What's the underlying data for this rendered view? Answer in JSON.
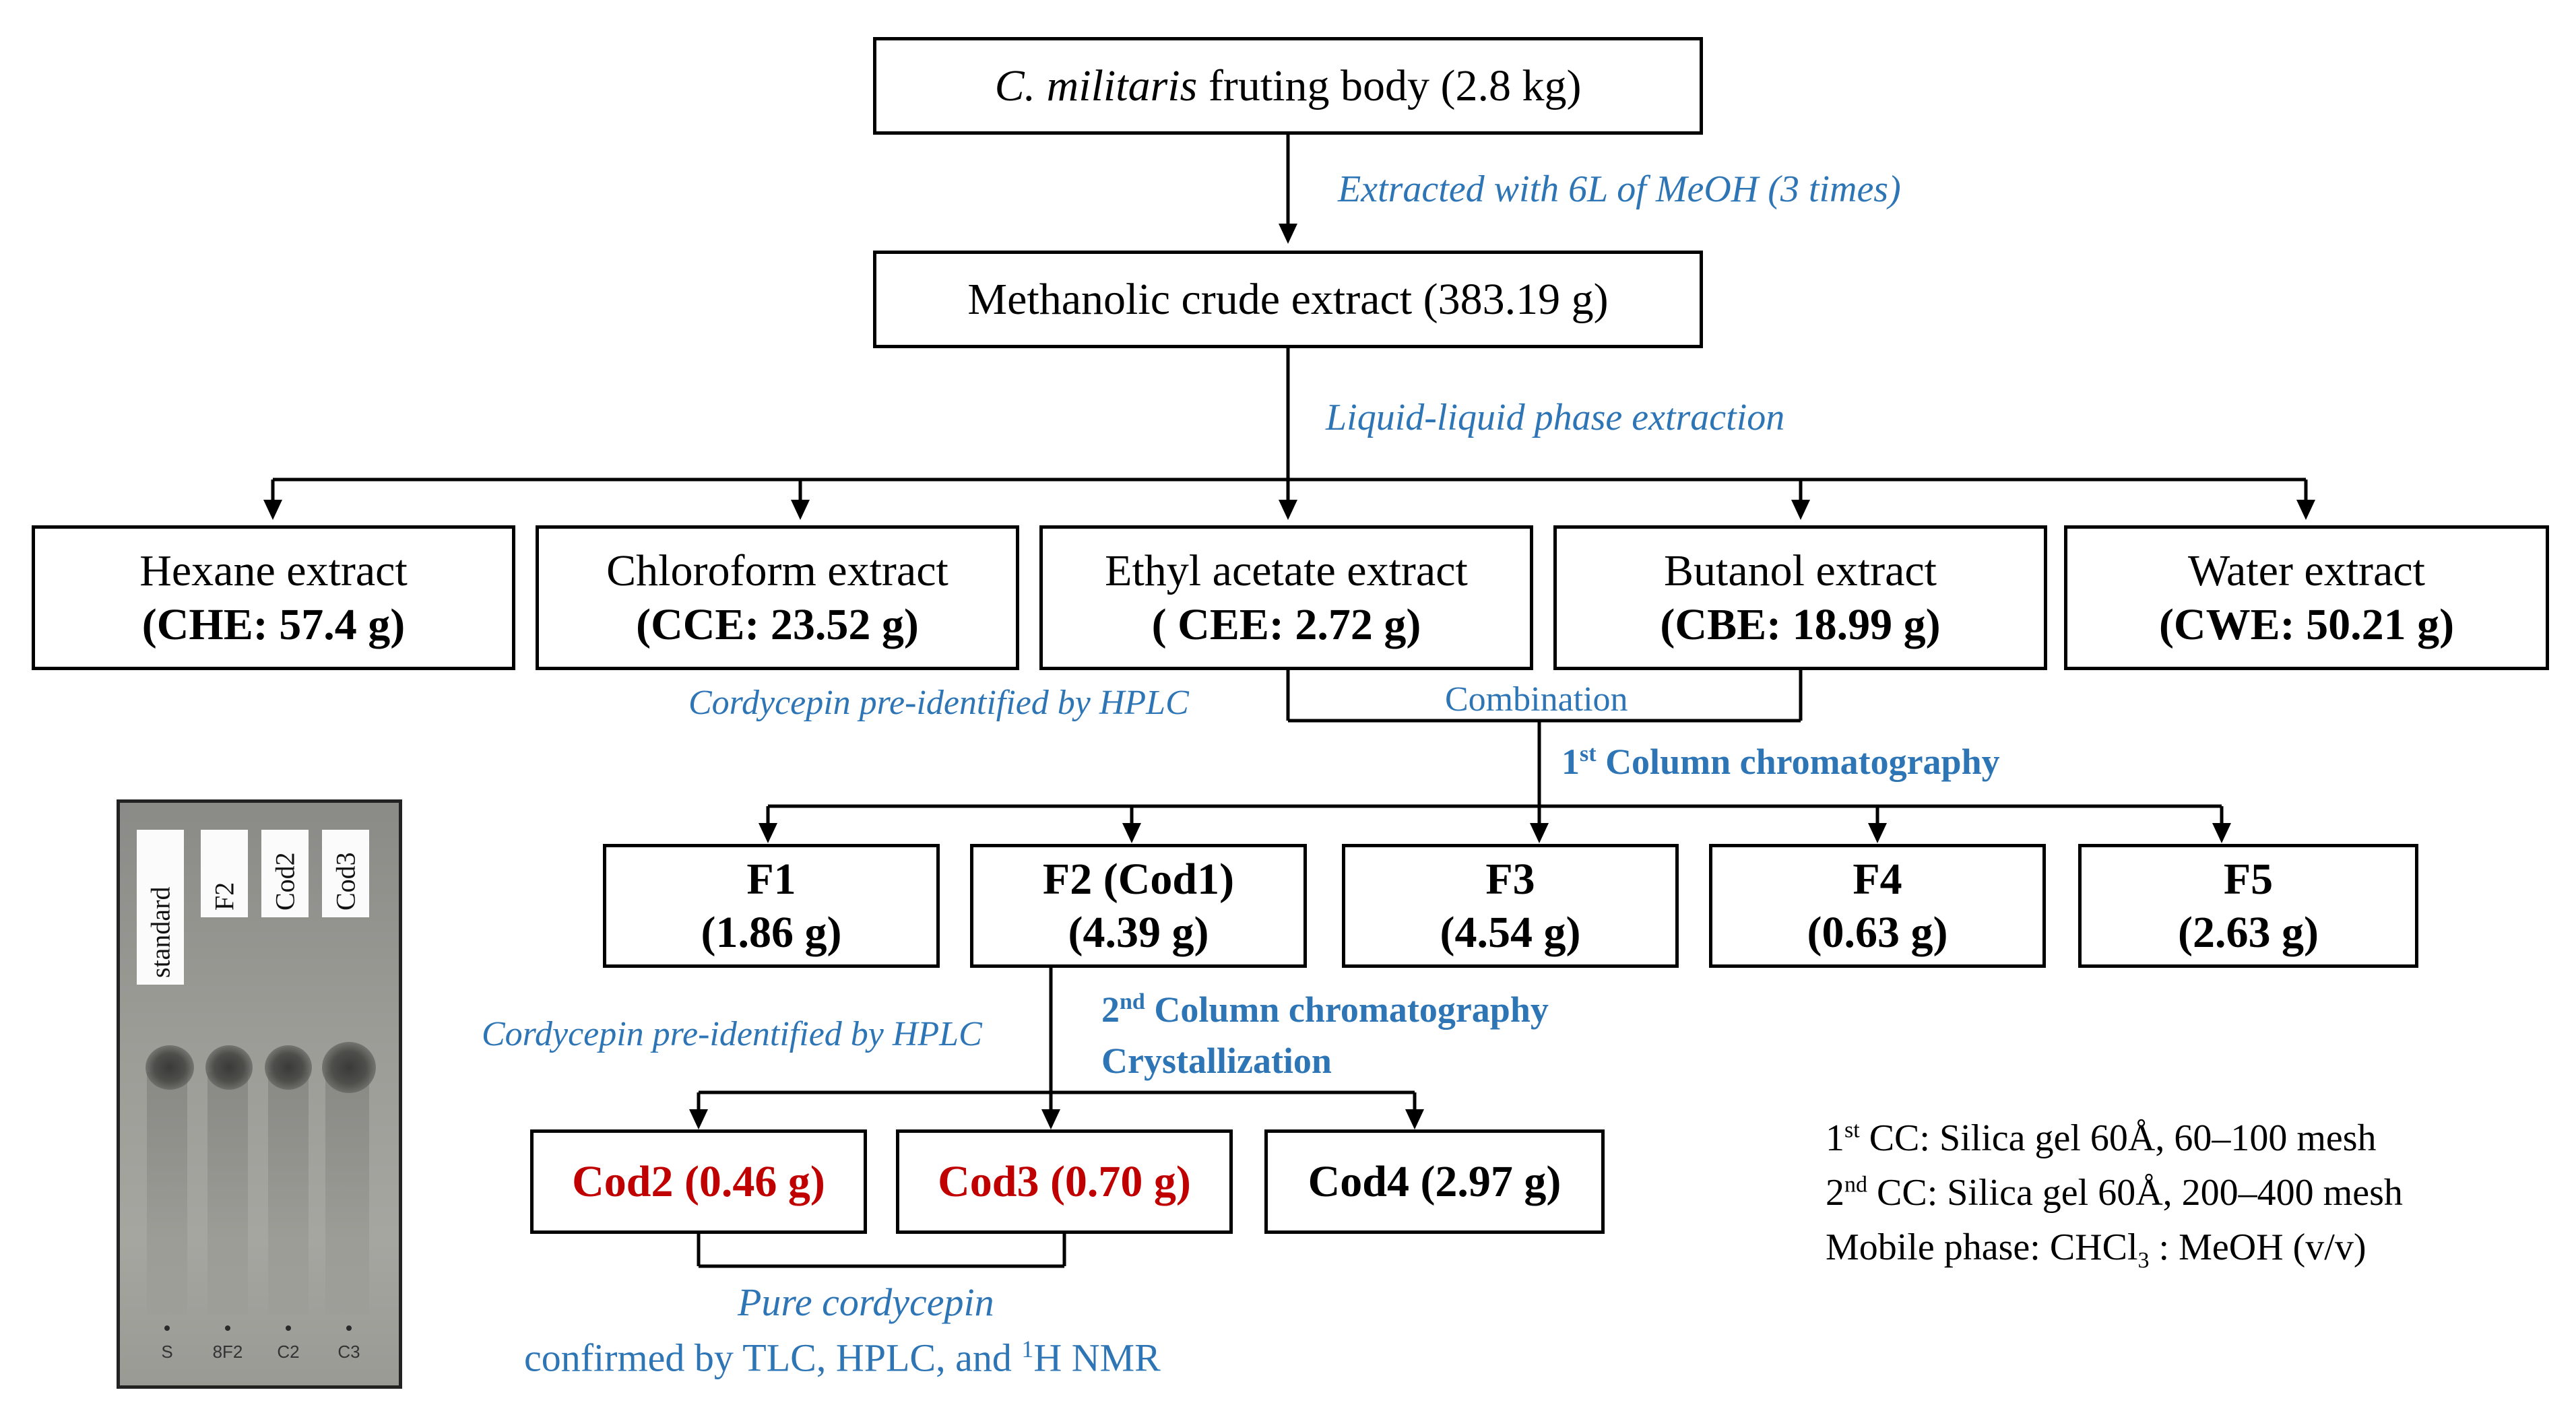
{
  "start": {
    "species": "C. militaris",
    "rest": " fruting body (2.8 kg)"
  },
  "step1": "Extracted with 6L of MeOH (3 times)",
  "crude": "Methanolic crude extract (383.19 g)",
  "step2": "Liquid-liquid phase extraction",
  "extracts": [
    {
      "name": "Hexane extract",
      "code": "(CHE: 57.4 g)"
    },
    {
      "name": "Chloroform extract",
      "code": "(CCE: 23.52 g)"
    },
    {
      "name": "Ethyl acetate extract",
      "code": "( CEE: 2.72 g)"
    },
    {
      "name": "Butanol extract",
      "code": "(CBE: 18.99 g)"
    },
    {
      "name": "Water extract",
      "code": "(CWE: 50.21 g)"
    }
  ],
  "preid1": "Cordycepin pre-identified by HPLC",
  "combination": "Combination",
  "cc1": {
    "prefix": "1",
    "sup": "st",
    "text": " Column  chromatography"
  },
  "fractions": [
    {
      "name": "F1",
      "mass": "(1.86 g)"
    },
    {
      "name": "F2 (Cod1)",
      "mass": "(4.39 g)"
    },
    {
      "name": "F3",
      "mass": "(4.54 g)"
    },
    {
      "name": "F4",
      "mass": "(0.63 g)"
    },
    {
      "name": "F5",
      "mass": "(2.63 g)"
    }
  ],
  "cc2": {
    "prefix": "2",
    "sup": "nd",
    "text": " Column  chromatography",
    "line2": "Crystallization"
  },
  "preid2": "Cordycepin pre-identified by HPLC",
  "cods": [
    "Cod2 (0.46 g)",
    "Cod3 (0.70 g)",
    "Cod4 (2.97 g)"
  ],
  "pure": {
    "line1": "Pure cordycepin",
    "line2a": "confirmed  by TLC, HPLC, and ",
    "line2sup": "1",
    "line2b": "H NMR"
  },
  "legend": {
    "l1a": "1",
    "l1sup": "st",
    "l1b": " CC: Silica gel 60Å, 60–100 mesh",
    "l2a": "2",
    "l2sup": "nd",
    "l2b": " CC: Silica gel 60Å, 200–400 mesh",
    "l3a": "Mobile phase:  CHCl",
    "l3sub": "3",
    "l3b": " : MeOH (v/v)"
  },
  "tlc": {
    "lanes": [
      "standard",
      "F2",
      "Cod2",
      "Cod3"
    ],
    "origin_labels": [
      "S",
      "8F2",
      "C2",
      "C3"
    ]
  },
  "colors": {
    "note": "#2e75b6",
    "highlight": "#c00000",
    "line": "#000000"
  }
}
